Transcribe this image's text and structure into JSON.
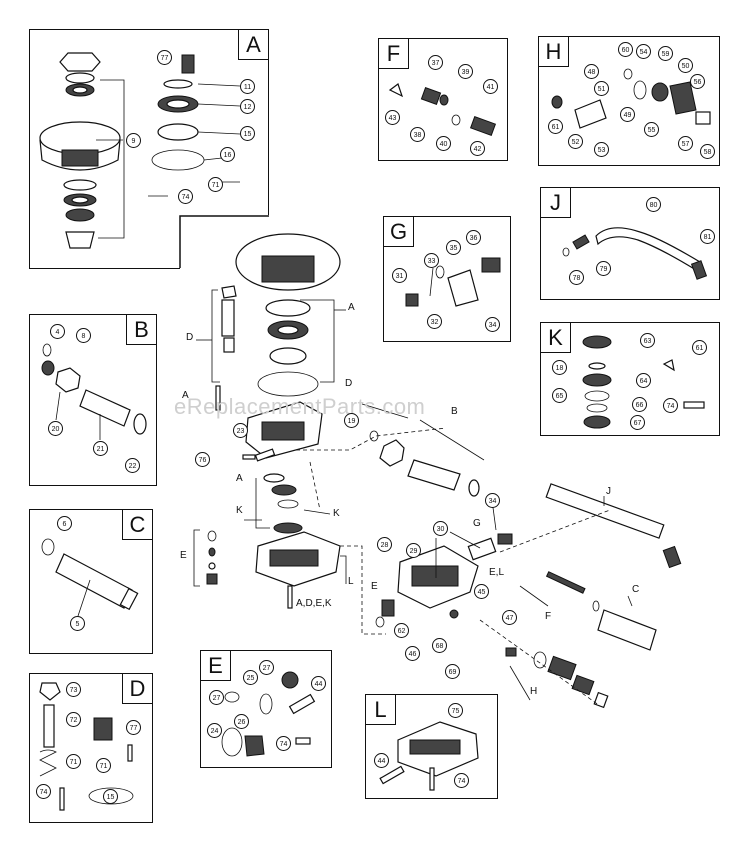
{
  "watermark": "eReplacementParts.com",
  "insets": [
    {
      "id": "A",
      "label": "A"
    },
    {
      "id": "B",
      "label": "B"
    },
    {
      "id": "C",
      "label": "C"
    },
    {
      "id": "D",
      "label": "D"
    },
    {
      "id": "E",
      "label": "E"
    },
    {
      "id": "F",
      "label": "F"
    },
    {
      "id": "G",
      "label": "G"
    },
    {
      "id": "H",
      "label": "H"
    },
    {
      "id": "J",
      "label": "J"
    },
    {
      "id": "K",
      "label": "K"
    },
    {
      "id": "L",
      "label": "L"
    }
  ],
  "callouts": {
    "a77": "77",
    "a11": "11",
    "a12": "12",
    "a15": "15",
    "a16": "16",
    "a9": "9",
    "a71": "71",
    "a74": "74",
    "b4": "4",
    "b8": "8",
    "b20": "20",
    "b21": "21",
    "b22": "22",
    "c6": "6",
    "c5": "5",
    "d73": "73",
    "d72": "72",
    "d77": "77",
    "d71a": "71",
    "d71b": "71",
    "d74": "74",
    "d15": "15",
    "e25": "25",
    "e27a": "27",
    "e27b": "27",
    "e44": "44",
    "e24": "24",
    "e26": "26",
    "e74": "74",
    "f37": "37",
    "f39": "39",
    "f41": "41",
    "f43": "43",
    "f38": "38",
    "f40": "40",
    "f42": "42",
    "g33": "33",
    "g35": "35",
    "g36": "36",
    "g31": "31",
    "g32": "32",
    "g34": "34",
    "h48": "48",
    "h60": "60",
    "h54": "54",
    "h59": "59",
    "h50": "50",
    "h51": "51",
    "h56": "56",
    "h61": "61",
    "h49": "49",
    "h55": "55",
    "h52": "52",
    "h53": "53",
    "h57": "57",
    "h58": "58",
    "j80": "80",
    "j81": "81",
    "j79": "79",
    "j78": "78",
    "k63": "63",
    "k61": "61",
    "k18": "18",
    "k64": "64",
    "k65": "65",
    "k66": "66",
    "k67": "67",
    "k74": "74",
    "l75": "75",
    "l44": "44",
    "l74": "74",
    "m19": "19",
    "m23": "23",
    "m76": "76",
    "m34": "34",
    "m30": "30",
    "m29": "29",
    "m28": "28",
    "m45": "45",
    "m47": "47",
    "m62": "62",
    "m46": "46",
    "m68": "68",
    "m69": "69"
  },
  "letters": {
    "la1": "A",
    "la2": "D",
    "la3": "A",
    "la4": "D",
    "la5": "B",
    "la6": "A",
    "la7": "K",
    "la8": "K",
    "la9": "E",
    "la10": "L",
    "la11": "A,D,E,K",
    "la12": "G",
    "la13": "E,L",
    "la14": "E",
    "la15": "F",
    "la16": "J",
    "la17": "C",
    "la18": "H"
  }
}
